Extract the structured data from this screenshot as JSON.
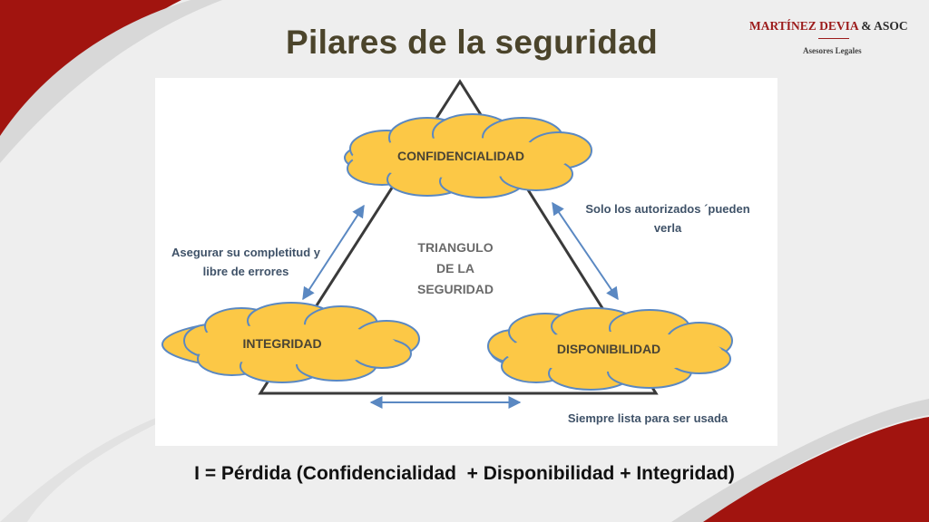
{
  "slide": {
    "title": "Pilares de la seguridad",
    "formula": "I = Pérdida (Confidencialidad  + Disponibilidad + Integridad)"
  },
  "logo": {
    "name_main": "MARTÍNEZ DEVIA",
    "name_suffix": "& ASOC",
    "subtitle": "Asesores Legales"
  },
  "diagram": {
    "clouds": {
      "top": "CONFIDENCIALIDAD",
      "left": "INTEGRIDAD",
      "right": "DISPONIBILIDAD"
    },
    "center_lines": [
      "TRIANGULO",
      "DE LA",
      "SEGURIDAD"
    ],
    "notes": {
      "right_line1": "Solo los autorizados ´pueden",
      "right_line2": "verla",
      "left_line1": "Asegurar su completitud y",
      "left_line2": "libre de errores",
      "bottom": "Siempre lista para ser usada"
    }
  },
  "colors": {
    "title": "#4b442b",
    "cloud_fill": "#fcc846",
    "cloud_stroke": "#5a88c2",
    "arrow": "#5a88c2",
    "brand_red": "#9c1b1b"
  }
}
